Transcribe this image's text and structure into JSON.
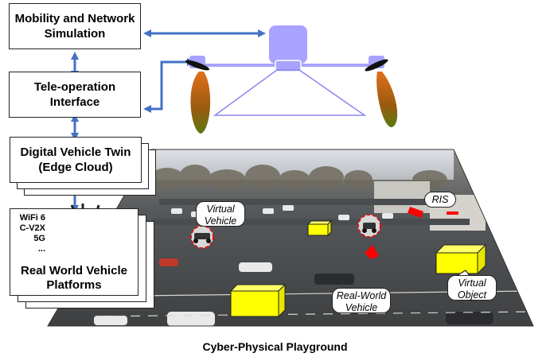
{
  "boxes": {
    "mobility": "Mobility and Network Simulation",
    "teleop": "Tele-operation Interface",
    "twin": "Digital Vehicle Twin (Edge Cloud)",
    "platform_title": "Real World Vehicle Platforms"
  },
  "platform_tech": [
    "WiFi 6",
    "C-V2X",
    "5G",
    "..."
  ],
  "callouts": {
    "virtual_vehicle": "Virtual Vehicle",
    "ris": "RIS",
    "real_world_vehicle": "Real-World Vehicle",
    "virtual_object": "Virtual Object"
  },
  "caption": "Cyber-Physical Playground",
  "colors": {
    "link_arrow": "#4472c4",
    "uav_body": "#a9a2ff",
    "virtual_object": "#ffff00",
    "ris_marker": "#ff0000"
  }
}
